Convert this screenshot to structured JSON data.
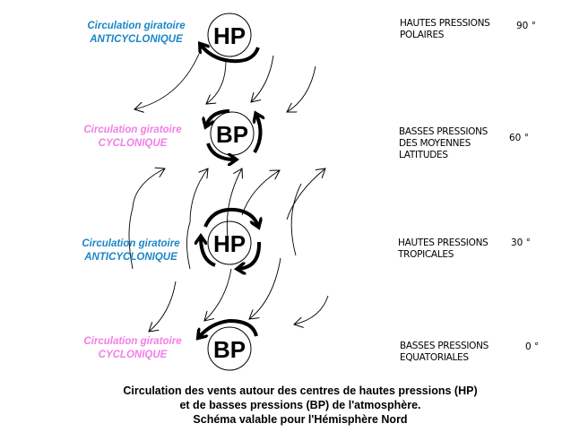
{
  "cells": [
    {
      "id": "hp-polar",
      "center_label": "HP",
      "circulation_line1": "Circulation giratoire",
      "circulation_line2": "ANTICYCLONIQUE",
      "circulation_color": "#1a86c6",
      "zone_line1": "HAUTES PRESSIONS",
      "zone_line2": "POLAIRES",
      "latitude": "90 °"
    },
    {
      "id": "bp-mid",
      "center_label": "BP",
      "circulation_line1": "Circulation giratoire",
      "circulation_line2": "CYCLONIQUE",
      "circulation_color": "#f27ee8",
      "zone_line1": "BASSES PRESSIONS",
      "zone_line2": "DES MOYENNES",
      "zone_line3": "LATITUDES",
      "latitude": "60 °"
    },
    {
      "id": "hp-tropical",
      "center_label": "HP",
      "circulation_line1": "Circulation giratoire",
      "circulation_line2": "ANTICYCLONIQUE",
      "circulation_color": "#1a86c6",
      "zone_line1": "HAUTES PRESSIONS",
      "zone_line2": "TROPICALES",
      "latitude": "30 °"
    },
    {
      "id": "bp-equatorial",
      "center_label": "BP",
      "circulation_line1": "Circulation giratoire",
      "circulation_line2": "CYCLONIQUE",
      "circulation_color": "#f27ee8",
      "zone_line1": "BASSES PRESSIONS",
      "zone_line2": "EQUATORIALES",
      "latitude": "0 °"
    }
  ],
  "caption": {
    "line1": "Circulation des vents autour des centres de hautes pressions (HP)",
    "line2": "et de basses pressions (BP) de l'atmosphère.",
    "line3": "Schéma valable pour l'Hémisphère Nord"
  },
  "colors": {
    "anticyclonic": "#1a86c6",
    "cyclonic": "#f27ee8",
    "ink": "#000000"
  }
}
